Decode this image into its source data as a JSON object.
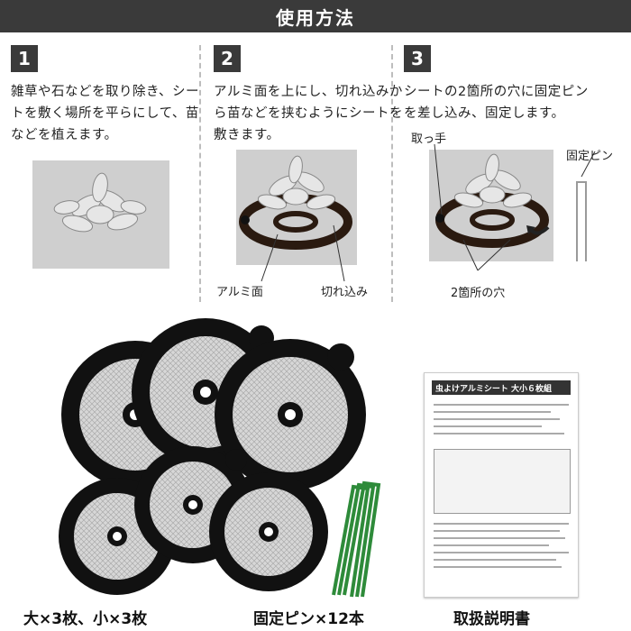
{
  "header": {
    "title": "使用方法"
  },
  "steps": [
    {
      "number": "1",
      "text": "雑草や石などを取り除き、シートを敷く場所を平らにして、苗などを植えます。"
    },
    {
      "number": "2",
      "text": "アルミ面を上にし、切れ込みから苗などを挟むようにシートを敷きます。",
      "labels": {
        "aluminum": "アルミ面",
        "slit": "切れ込み"
      }
    },
    {
      "number": "3",
      "text": "シートの2箇所の穴に固定ピンを差し込み、固定します。",
      "labels": {
        "handle": "取っ手",
        "pin": "固定ピン",
        "holes": "2箇所の穴"
      }
    }
  ],
  "products": {
    "sheets_label": "大×3枚、小×3枚",
    "pins_label": "固定ピン×12本",
    "manual_label": "取扱説明書",
    "manual_title": "虫よけアルミシート 大小６枚組"
  },
  "colors": {
    "header_bg": "#3a3a3a",
    "pin_green": "#2e8b3a",
    "sheet_black": "#111111"
  }
}
